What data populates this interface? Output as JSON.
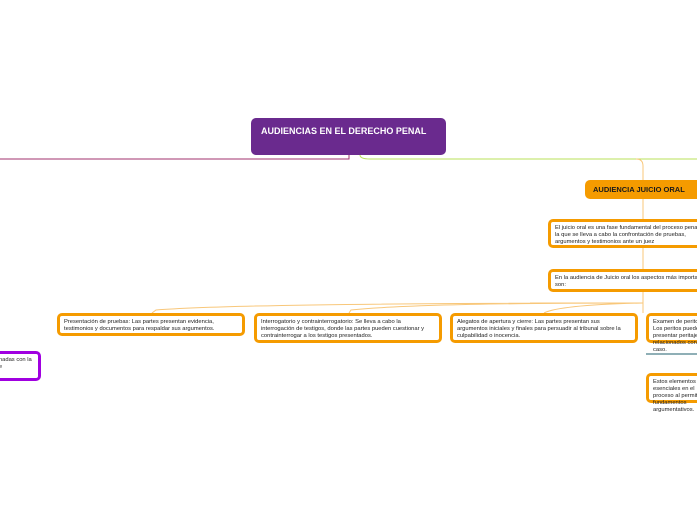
{
  "diagram": {
    "central_topic": "AUDIENCIAS EN EL DERECHO PENAL",
    "main_topic": "AUDIENCIA JUICIO ORAL",
    "nodes": {
      "intro": "El juicio oral es una fase fundamental del proceso penal, en la que se lleva a cabo la confrontación de pruebas, argumentos y testimonios ante un juez",
      "aspects": "En la audiencia de Juicio oral los aspectos más importantes son:",
      "presentation": "Presentación de pruebas: Las partes presentan evidencia, testimonios y documentos para respaldar sus argumentos.",
      "interrogation": "Interrogatorio y contrainterrogatorio: Se lleva a cabo la interrogación de testigos, donde las partes pueden cuestionar y contrainterrogar a los testigos presentados.",
      "allegations": "Alegatos de apertura y cierre: Las partes presentan sus argumentos iniciales y finales para persuadir al tribunal sobre la culpabilidad o inocencia.",
      "exam": "Examen de peritos: Los peritos pueden presentar peritajes relacionados con el caso.",
      "elements": "Estos elementos son esenciales en el proceso al permitir fundamentos argumentativos.",
      "left_partial": "...relacionadas con la ... la base"
    },
    "colors": {
      "central": "#6a2a8e",
      "main": "#f59b00",
      "border": "#f59b00",
      "left_branch": "#a000e0",
      "line_purple": "#a0306e",
      "line_green": "#b8e05a",
      "line_orange": "#f8c77a",
      "line_teal": "#1f5f6e"
    }
  }
}
